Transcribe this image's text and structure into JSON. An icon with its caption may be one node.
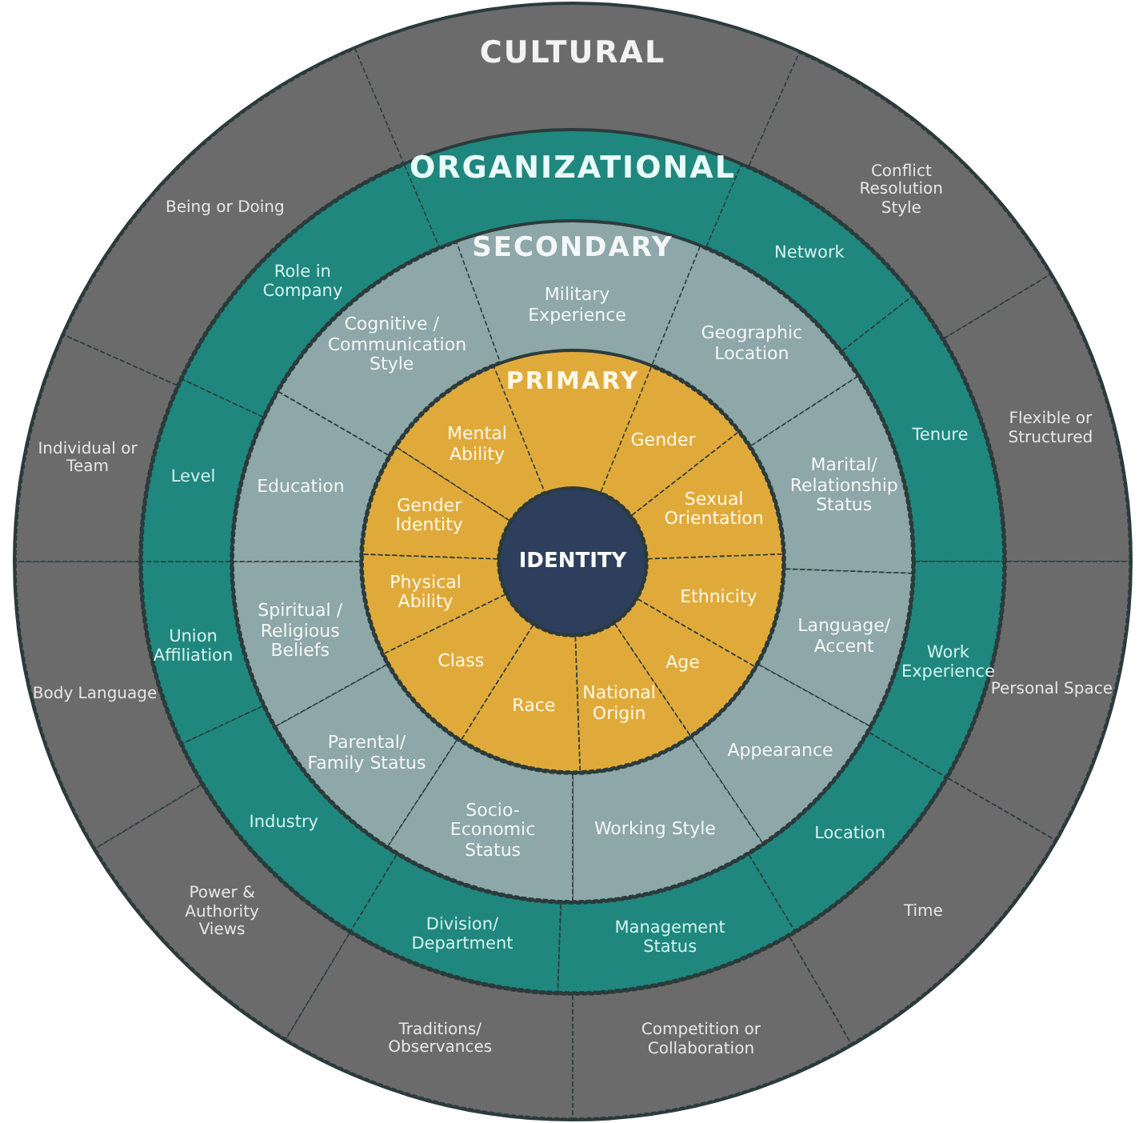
{
  "diagram": {
    "nodes": [
      {
        "text": [
          "CULTURAL"
        ]
      },
      {
        "text": [
          "Being or Doing"
        ],
        "in": 0
      },
      {
        "text": [
          "Conflict Resolution Style"
        ],
        "in": 0
      },
      {
        "text": [
          "Flexible or Structured"
        ],
        "in": 0
      },
      {
        "text": [
          "Personal Space"
        ],
        "in": 0
      },
      {
        "text": [
          "Time"
        ],
        "in": 0
      },
      {
        "text": [
          "Competition or Collaboration"
        ],
        "in": 0
      },
      {
        "text": [
          "Traditions/ Observances"
        ],
        "in": 0
      },
      {
        "text": [
          "Power & Authority Views"
        ],
        "in": 0
      },
      {
        "text": [
          "Body Language"
        ],
        "in": 0
      },
      {
        "text": [
          "Individual or Team"
        ],
        "in": 0
      },
      {
        "text": [
          "ORGANIZATIONAL"
        ],
        "in": 0
      },
      {
        "text": [
          "Role in Company"
        ],
        "in": 11
      },
      {
        "text": [
          "Network"
        ],
        "in": 11
      },
      {
        "text": [
          "Tenure"
        ],
        "in": 11
      },
      {
        "text": [
          "Work Experience"
        ],
        "in": 11
      },
      {
        "text": [
          "Location"
        ],
        "in": 11
      },
      {
        "text": [
          "Management Status"
        ],
        "in": 11
      },
      {
        "text": [
          "Division/ Department"
        ],
        "in": 11
      },
      {
        "text": [
          "Industry"
        ],
        "in": 11
      },
      {
        "text": [
          "Union Affiliation"
        ],
        "in": 11
      },
      {
        "text": [
          "Level"
        ],
        "in": 11
      },
      {
        "text": [
          "SECONDARY"
        ],
        "in": 11
      },
      {
        "text": [
          "Military Experience"
        ],
        "in": 22
      },
      {
        "text": [
          "Geographic Location"
        ],
        "in": 22
      },
      {
        "text": [
          "Marital/ Relationship Status"
        ],
        "in": 22
      },
      {
        "text": [
          "Language/ Accent"
        ],
        "in": 22
      },
      {
        "text": [
          "Appearance"
        ],
        "in": 22
      },
      {
        "text": [
          "Working Style"
        ],
        "in": 22
      },
      {
        "text": [
          "Socio-Economic Status"
        ],
        "in": 22
      },
      {
        "text": [
          "Parental/ Family Status"
        ],
        "in": 22
      },
      {
        "text": [
          "Spiritual / Religious Beliefs"
        ],
        "in": 22
      },
      {
        "text": [
          "Education"
        ],
        "in": 22
      },
      {
        "text": [
          "Cognitive / Communication Style"
        ],
        "in": 22
      },
      {
        "text": [
          "PRIMARY"
        ],
        "in": 22
      },
      {
        "text": [
          "Gender"
        ],
        "in": 34
      },
      {
        "text": [
          "Sexual Orientation"
        ],
        "in": 34
      },
      {
        "text": [
          "Ethnicity"
        ],
        "in": 34
      },
      {
        "text": [
          "Age"
        ],
        "in": 34
      },
      {
        "text": [
          "National Origin"
        ],
        "in": 34
      },
      {
        "text": [
          "Race"
        ],
        "in": 34
      },
      {
        "text": [
          "Class"
        ],
        "in": 34
      },
      {
        "text": [
          "Physical Ability"
        ],
        "in": 34
      },
      {
        "text": [
          "Gender Identity"
        ],
        "in": 34
      },
      {
        "text": [
          "Mental Ability"
        ],
        "in": 34
      },
      {
        "text": [
          "IDENTITY"
        ],
        "in": 34
      }
    ]
  }
}
